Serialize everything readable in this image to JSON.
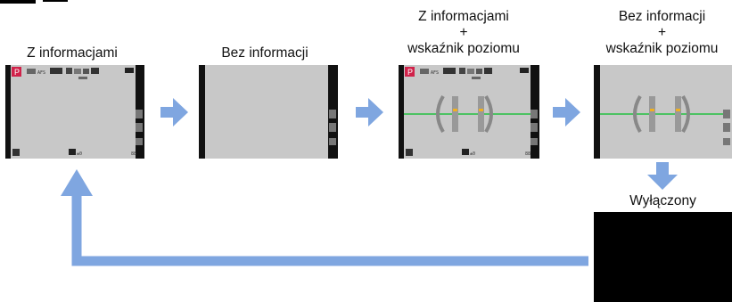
{
  "top_partial_title": "(…)",
  "labels": {
    "screen1": "Z informacjami",
    "screen2": "Bez informacji",
    "screen3": {
      "line1": "Z informacjami",
      "line2": "+",
      "line3": "wskaźnik poziomu"
    },
    "screen4": {
      "line1": "Bez informacji",
      "line2": "+",
      "line3": "wskaźnik poziomu"
    },
    "off": "Wyłączony"
  },
  "screens": {
    "mode_badge": "P",
    "icon_text_top": "AFS",
    "icon_text_right": "88",
    "icon_text_bottom": "±0"
  },
  "colors": {
    "arrow": "#7fa6e0",
    "screen_bg": "#c8c8c8",
    "mode_badge_bg": "#d0224a",
    "level_line": "#22c040",
    "level_marker": "#f0b020"
  }
}
